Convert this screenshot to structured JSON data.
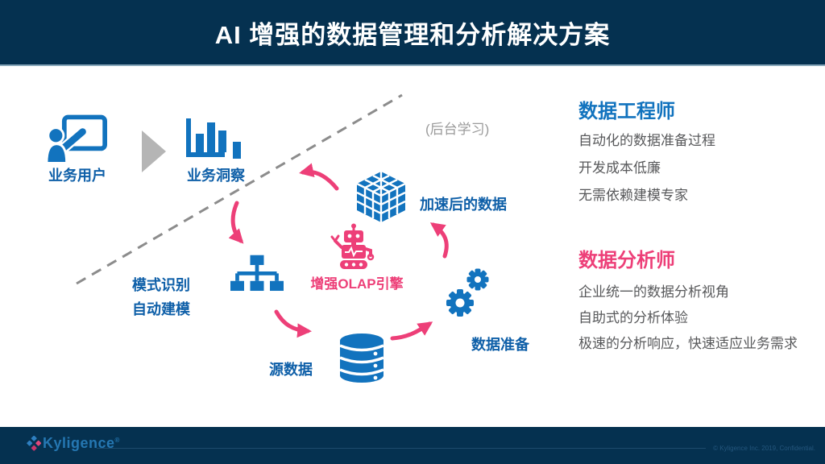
{
  "slide": {
    "title": "AI 增强的数据管理和分析解决方案"
  },
  "diagram": {
    "business_user_label": "业务用户",
    "business_insight_label": "业务洞察",
    "background_learning_label": "(后台学习)",
    "accelerated_data_label": "加速后的数据",
    "olap_engine_label": "增强OLAP引擎",
    "pattern_recognition_label": "模式识别",
    "auto_modeling_label": "自动建模",
    "source_data_label": "源数据",
    "data_preparation_label": "数据准备"
  },
  "panels": {
    "data_engineer": {
      "heading": "数据工程师",
      "items": [
        "自动化的数据准备过程",
        "开发成本低廉",
        "无需依赖建模专家"
      ]
    },
    "data_analyst": {
      "heading": "数据分析师",
      "items": [
        "企业统一的数据分析视角",
        "自助式的分析体验",
        "极速的分析响应，快速适应业务需求"
      ]
    }
  },
  "footer": {
    "brand": "Kyligence",
    "brand_mark": "®",
    "copyright": "© Kyligence Inc. 2019, Confidential."
  },
  "colors": {
    "navy": "#053150",
    "icon_blue": "#1273be",
    "label_blue": "#0e5fa8",
    "pink": "#ed3f78",
    "note_gray": "#9b9b9b",
    "body_text": "#58595b"
  }
}
